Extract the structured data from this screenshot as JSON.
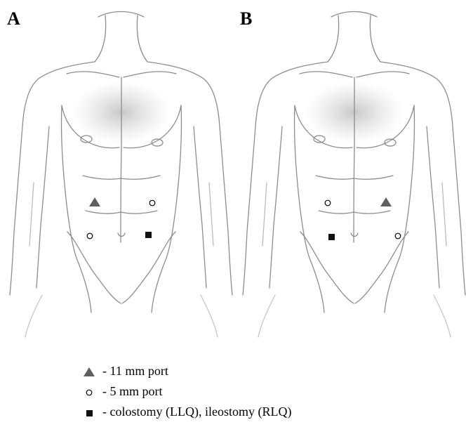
{
  "panels": [
    {
      "label": "A"
    },
    {
      "label": "B"
    }
  ],
  "legend": {
    "items": [
      {
        "symbol": "triangle",
        "text": "- 11 mm port"
      },
      {
        "symbol": "circle",
        "text": "- 5 mm port"
      },
      {
        "symbol": "square",
        "text": "- colostomy (LLQ), ileostomy (RLQ)"
      }
    ]
  },
  "colors": {
    "triangle": "#5f5f5f",
    "square": "#111111",
    "sketch": "#8c8c8c"
  }
}
